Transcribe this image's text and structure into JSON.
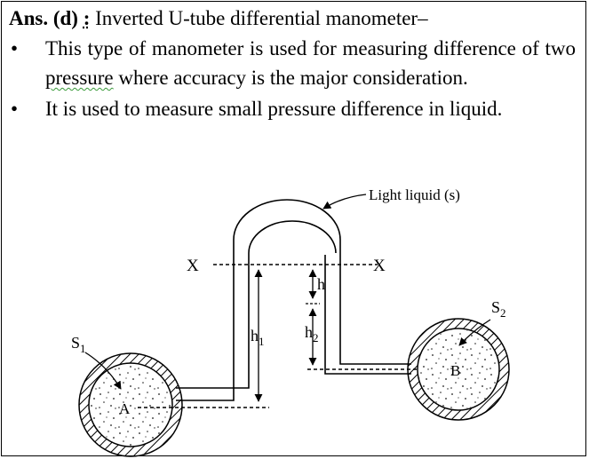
{
  "heading": {
    "prefix": "Ans. (d)",
    "suffix": ":",
    "title": "Inverted U-tube differential manometer–"
  },
  "bullets": [
    {
      "before": "This type of manometer is used for measuring difference of two ",
      "underlined": "pressure",
      "after": " where accuracy is the major consideration."
    },
    {
      "before": "It is used to measure small pressure difference in liquid.",
      "underlined": "",
      "after": ""
    }
  ],
  "bullet_symbol": "•",
  "diagram": {
    "label_light_liquid": "Light liquid (s)",
    "label_x_left": "X",
    "label_x_right": "X",
    "label_h": "h",
    "label_h1": "h",
    "label_h1_sub": "1",
    "label_h2": "h",
    "label_h2_sub": "2",
    "label_s1": "S",
    "label_s1_sub": "1",
    "label_s2": "S",
    "label_s2_sub": "2",
    "label_a": "A",
    "label_b": "B"
  }
}
